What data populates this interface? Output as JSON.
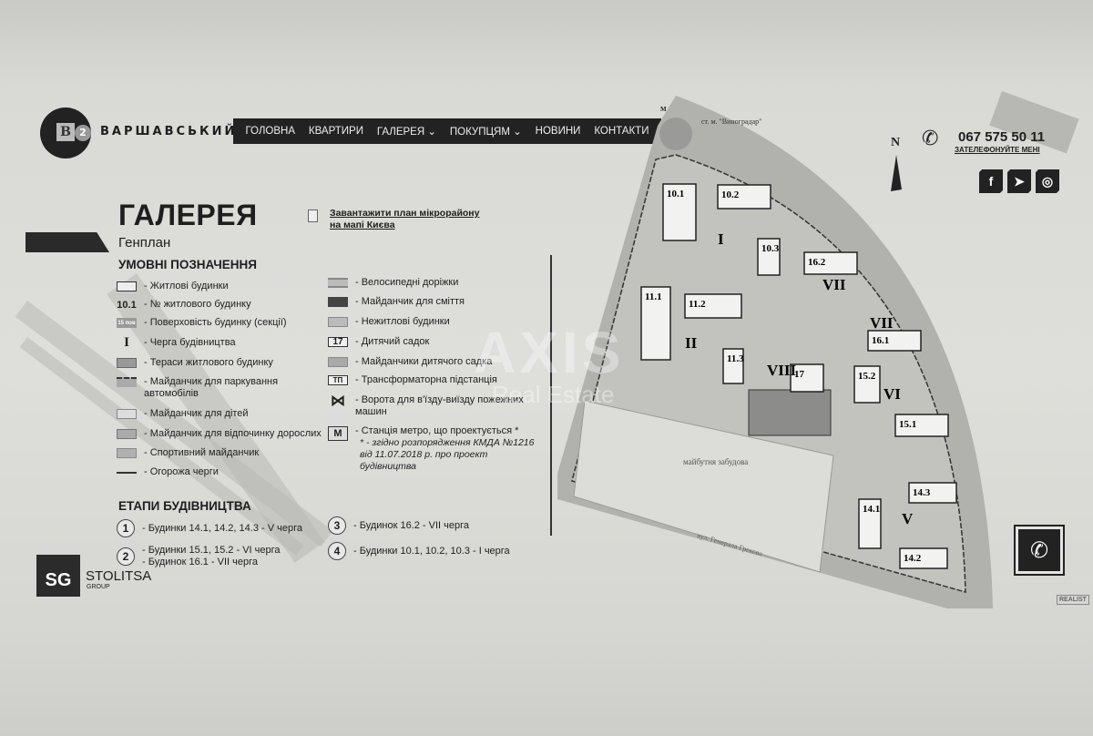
{
  "header": {
    "logo_text": "B2",
    "brand": "ВАРШАВСЬКИЙ",
    "nav": [
      "ГОЛОВНА",
      "КВАРТИРИ",
      "ГАЛЕРЕЯ ⌄",
      "ПОКУПЦЯМ ⌄",
      "НОВИНИ",
      "КОНТАКТИ"
    ],
    "phone": "067 575 50 11",
    "call_me": "ЗАТЕЛЕФОНУЙТЕ МЕНІ",
    "social": [
      {
        "icon": "facebook-icon",
        "glyph": "f"
      },
      {
        "icon": "telegram-icon",
        "glyph": "➤"
      },
      {
        "icon": "instagram-icon",
        "glyph": "◎"
      }
    ]
  },
  "page": {
    "title": "ГАЛЕРЕЯ",
    "subtitle": "Генплан",
    "download_link": "Завантажити план мікрорайону на мапі Києва"
  },
  "legend": {
    "title": "УМОВНІ ПОЗНАЧЕННЯ",
    "left": [
      {
        "symbol": "",
        "label": "- Житлові будинки"
      },
      {
        "symbol": "10.1",
        "label": "- № житлового будинку"
      },
      {
        "symbol": "15 пов",
        "label": "- Поверховість будинку (секції)"
      },
      {
        "symbol": "I",
        "label": "- Черга будівництва"
      },
      {
        "symbol": "",
        "label": "- Тераси житлового будинку"
      },
      {
        "symbol": "",
        "label": "- Майданчик для паркування автомобілів"
      },
      {
        "symbol": "",
        "label": "- Майданчик для дітей"
      },
      {
        "symbol": "",
        "label": "- Майданчик для відпочинку дорослих"
      },
      {
        "symbol": "",
        "label": "- Спортивний майданчик"
      },
      {
        "symbol": "",
        "label": "- Огорожа черги"
      }
    ],
    "right": [
      {
        "symbol": "",
        "label": "- Велосипедні доріжки"
      },
      {
        "symbol": "",
        "label": "- Майданчик для сміття"
      },
      {
        "symbol": "",
        "label": "- Нежитлові будинки"
      },
      {
        "symbol": "17",
        "label": "- Дитячий садок"
      },
      {
        "symbol": "",
        "label": "- Майданчики дитячого садка"
      },
      {
        "symbol": "ТП",
        "label": "- Трансформаторна підстанція"
      },
      {
        "symbol": "⋈",
        "label": "- Ворота для в'їзду-виїзду пожежних машин"
      },
      {
        "symbol": "М",
        "label": "- Станція метро, що проектується *"
      }
    ],
    "footnote": "* - згідно розпорядження КМДА №1216 від 11.07.2018 р. про проект будівництва"
  },
  "stages": {
    "title": "ЕТАПИ БУДІВНИЦТВА",
    "items": [
      {
        "num": "1",
        "lines": [
          "- Будинки 14.1, 14.2, 14.3 - V черга"
        ]
      },
      {
        "num": "2",
        "lines": [
          "- Будинки 15.1, 15.2 - VI черга",
          "- Будинок 16.1 - VII черга"
        ]
      },
      {
        "num": "3",
        "lines": [
          "- Будинок 16.2 - VII черга"
        ]
      },
      {
        "num": "4",
        "lines": [
          "- Будинки 10.1, 10.2, 10.3 - I черга"
        ]
      }
    ]
  },
  "footer": {
    "developer_logo": "SG",
    "developer_name": "STOLITSA",
    "developer_sub": "GROUP"
  },
  "map": {
    "north": "N",
    "metro_label": "ст. м. \"Виноградар\"",
    "metro_marker": "М",
    "street_bottom": "вул. Генерала Грекова",
    "future_label": "майбутня забудова",
    "buildings": [
      "10.1",
      "10.2",
      "10.3",
      "11.1",
      "11.2",
      "11.3",
      "16.2",
      "16.1",
      "17",
      "15.2",
      "15.1",
      "14.3",
      "14.1",
      "14.2"
    ],
    "phases": [
      "I",
      "II",
      "VII",
      "VII",
      "VIII",
      "VI",
      "V"
    ]
  },
  "watermark": {
    "main": "AXIS",
    "sub": "Real Estate"
  },
  "tag": "REALIST"
}
